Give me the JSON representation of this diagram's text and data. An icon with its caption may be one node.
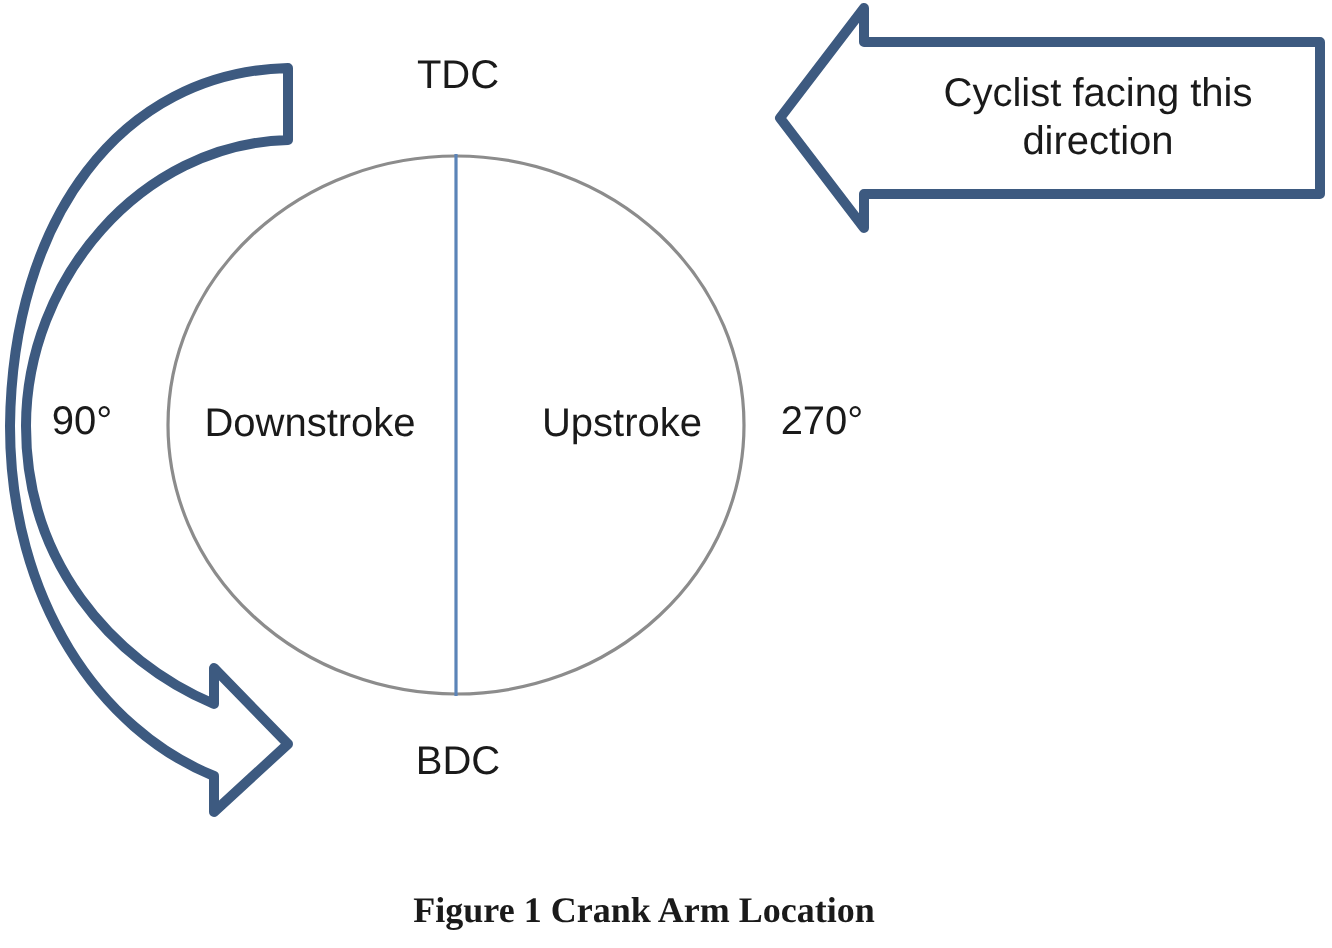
{
  "diagram": {
    "caption": "Figure 1 Crank Arm Location",
    "nodes": [
      {
        "text": [
          "Cyclist facing this direction"
        ]
      },
      {
        "text": [
          "Downstroke",
          "Upstroke"
        ]
      }
    ],
    "labels": [
      "TDC",
      "90°",
      "270°",
      "BDC"
    ]
  }
}
